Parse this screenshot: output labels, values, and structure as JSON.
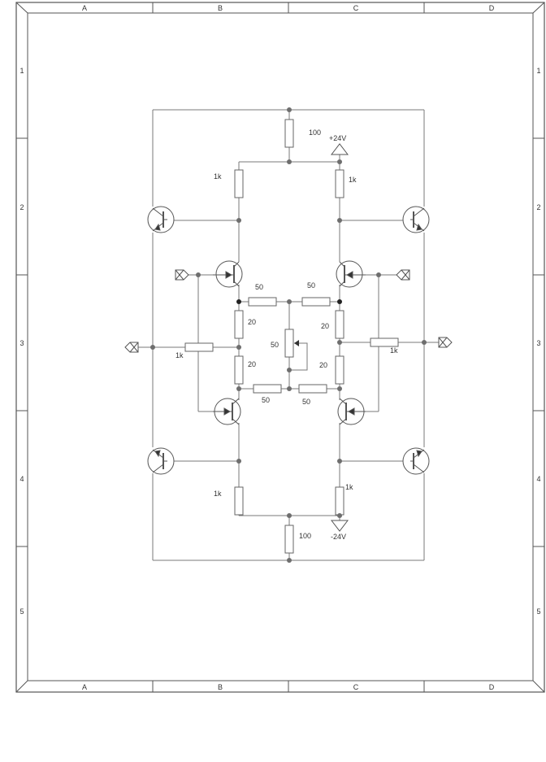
{
  "frame": {
    "columns": [
      "A",
      "B",
      "C",
      "D"
    ],
    "rows": [
      "1",
      "2",
      "3",
      "4",
      "5"
    ]
  },
  "schematic": {
    "supply_pos": "+24V",
    "supply_neg": "-24V",
    "resistor_labels": {
      "r_top": "100",
      "r_bottom": "100",
      "r_left_top": "1k",
      "r_right_top": "1k",
      "r_left_bottom": "1k",
      "r_right_bottom": "1k",
      "r_in_left": "1k",
      "r_in_right": "1k",
      "r_bridge_top_left": "50",
      "r_bridge_top_right": "50",
      "r_bridge_bot_left": "50",
      "r_bridge_bot_right": "50",
      "r_bridge_left_top": "20",
      "r_bridge_left_bot": "20",
      "r_bridge_right_top": "20",
      "r_bridge_right_bot": "20",
      "pot_center": "50"
    },
    "colors": {
      "wire": "#7a7a7a",
      "node": "#6e6e6e",
      "frame": "#555555"
    }
  }
}
